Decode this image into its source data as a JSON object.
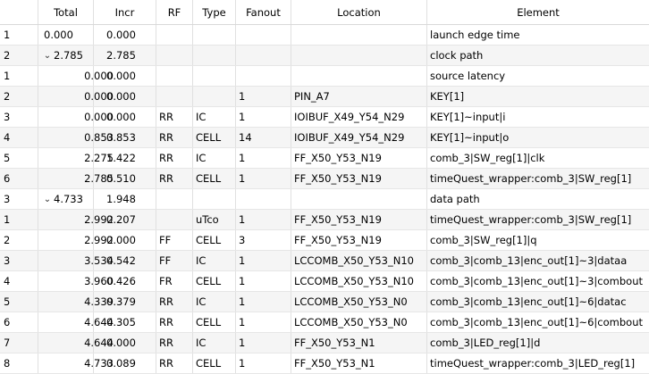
{
  "columns": [
    "Total",
    "Incr",
    "RF",
    "Type",
    "Fanout",
    "Location",
    "Element"
  ],
  "rows": [
    {
      "num": "1",
      "level": 0,
      "expand": false,
      "total": "0.000",
      "incr": "0.000",
      "rf": "",
      "type": "",
      "fanout": "",
      "location": "",
      "element": "launch edge time"
    },
    {
      "num": "2",
      "level": 0,
      "expand": true,
      "total": "2.785",
      "incr": "2.785",
      "rf": "",
      "type": "",
      "fanout": "",
      "location": "",
      "element": "clock path"
    },
    {
      "num": "1",
      "level": 1,
      "expand": false,
      "total": "0.000",
      "incr": "0.000",
      "rf": "",
      "type": "",
      "fanout": "",
      "location": "",
      "element": "source latency"
    },
    {
      "num": "2",
      "level": 1,
      "expand": false,
      "total": "0.000",
      "incr": "0.000",
      "rf": "",
      "type": "",
      "fanout": "1",
      "location": "PIN_A7",
      "element": "KEY[1]"
    },
    {
      "num": "3",
      "level": 1,
      "expand": false,
      "total": "0.000",
      "incr": "0.000",
      "rf": "RR",
      "type": "IC",
      "fanout": "1",
      "location": "IOIBUF_X49_Y54_N29",
      "element": "KEY[1]~input|i"
    },
    {
      "num": "4",
      "level": 1,
      "expand": false,
      "total": "0.853",
      "incr": "0.853",
      "rf": "RR",
      "type": "CELL",
      "fanout": "14",
      "location": "IOIBUF_X49_Y54_N29",
      "element": "KEY[1]~input|o"
    },
    {
      "num": "5",
      "level": 1,
      "expand": false,
      "total": "2.275",
      "incr": "1.422",
      "rf": "RR",
      "type": "IC",
      "fanout": "1",
      "location": "FF_X50_Y53_N19",
      "element": "comb_3|SW_reg[1]|clk"
    },
    {
      "num": "6",
      "level": 1,
      "expand": false,
      "total": "2.785",
      "incr": "0.510",
      "rf": "RR",
      "type": "CELL",
      "fanout": "1",
      "location": "FF_X50_Y53_N19",
      "element": "timeQuest_wrapper:comb_3|SW_reg[1]"
    },
    {
      "num": "3",
      "level": 0,
      "expand": true,
      "total": "4.733",
      "incr": "1.948",
      "rf": "",
      "type": "",
      "fanout": "",
      "location": "",
      "element": "data path"
    },
    {
      "num": "1",
      "level": 1,
      "expand": false,
      "total": "2.992",
      "incr": "0.207",
      "rf": "",
      "type": "uTco",
      "fanout": "1",
      "location": "FF_X50_Y53_N19",
      "element": "timeQuest_wrapper:comb_3|SW_reg[1]"
    },
    {
      "num": "2",
      "level": 1,
      "expand": false,
      "total": "2.992",
      "incr": "0.000",
      "rf": "FF",
      "type": "CELL",
      "fanout": "3",
      "location": "FF_X50_Y53_N19",
      "element": "comb_3|SW_reg[1]|q"
    },
    {
      "num": "3",
      "level": 1,
      "expand": false,
      "total": "3.534",
      "incr": "0.542",
      "rf": "FF",
      "type": "IC",
      "fanout": "1",
      "location": "LCCOMB_X50_Y53_N10",
      "element": "comb_3|comb_13|enc_out[1]~3|dataa"
    },
    {
      "num": "4",
      "level": 1,
      "expand": false,
      "total": "3.960",
      "incr": "0.426",
      "rf": "FR",
      "type": "CELL",
      "fanout": "1",
      "location": "LCCOMB_X50_Y53_N10",
      "element": "comb_3|comb_13|enc_out[1]~3|combout"
    },
    {
      "num": "5",
      "level": 1,
      "expand": false,
      "total": "4.339",
      "incr": "0.379",
      "rf": "RR",
      "type": "IC",
      "fanout": "1",
      "location": "LCCOMB_X50_Y53_N0",
      "element": "comb_3|comb_13|enc_out[1]~6|datac"
    },
    {
      "num": "6",
      "level": 1,
      "expand": false,
      "total": "4.644",
      "incr": "0.305",
      "rf": "RR",
      "type": "CELL",
      "fanout": "1",
      "location": "LCCOMB_X50_Y53_N0",
      "element": "comb_3|comb_13|enc_out[1]~6|combout"
    },
    {
      "num": "7",
      "level": 1,
      "expand": false,
      "total": "4.644",
      "incr": "0.000",
      "rf": "RR",
      "type": "IC",
      "fanout": "1",
      "location": "FF_X50_Y53_N1",
      "element": "comb_3|LED_reg[1]|d"
    },
    {
      "num": "8",
      "level": 1,
      "expand": false,
      "total": "4.733",
      "incr": "0.089",
      "rf": "RR",
      "type": "CELL",
      "fanout": "1",
      "location": "FF_X50_Y53_N1",
      "element": "timeQuest_wrapper:comb_3|LED_reg[1]"
    }
  ]
}
